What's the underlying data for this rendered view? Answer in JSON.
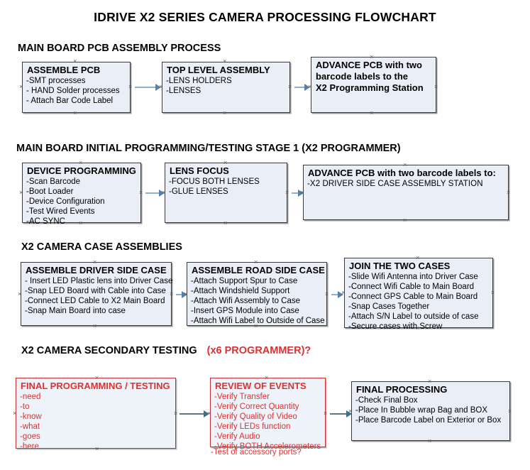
{
  "title": "IDRIVE X2  SERIES CAMERA PROCESSING FLOWCHART",
  "colors": {
    "box_fill": "#e9eef7",
    "box_border": "#3b3b3b",
    "accent_red": "#e03030",
    "connector_light": "#8fb0cb",
    "connector_dark": "#54788f"
  },
  "sections": [
    {
      "heading": "MAIN BOARD PCB ASSEMBLY PROCESS",
      "heading_accent": "",
      "boxes": [
        {
          "title": "ASSEMBLE PCB",
          "lines": [
            "-SMT processes",
            "- HAND Solder processes",
            "- Attach Bar Code Label"
          ]
        },
        {
          "title": "TOP LEVEL ASSEMBLY",
          "lines": [
            "-LENS HOLDERS",
            "-LENSES"
          ]
        },
        {
          "title": "ADVANCE PCB with two",
          "lines": [
            "barcode labels to the",
            " X2 Programming Station"
          ]
        }
      ]
    },
    {
      "heading": "MAIN BOARD INITIAL PROGRAMMING/TESTING STAGE 1 (X2 PROGRAMMER)",
      "heading_accent": "",
      "boxes": [
        {
          "title": "DEVICE PROGRAMMING",
          "lines": [
            "-Scan Barcode",
            "-Boot Loader",
            "-Device Configuration",
            "-Test Wired Events",
            "-AC SYNC"
          ]
        },
        {
          "title": "LENS FOCUS",
          "lines": [
            "-FOCUS BOTH LENSES",
            "-GLUE LENSES"
          ]
        },
        {
          "title": "ADVANCE PCB with two barcode labels to:",
          "lines": [
            "-X2 DRIVER  SIDE  CASE  ASSEMBLY STATION"
          ]
        }
      ]
    },
    {
      "heading": "X2 CAMERA CASE ASSEMBLIES",
      "heading_accent": "",
      "boxes": [
        {
          "title": "ASSEMBLE DRIVER SIDE CASE",
          "lines": [
            "- Insert LED Plastic lens into Driver Case",
            "-Snap LED Board with Cable into Case",
            "-Connect LED Cable to X2 Main Board",
            "-Snap Main Board into case"
          ]
        },
        {
          "title": "ASSEMBLE ROAD SIDE CASE",
          "lines": [
            "-Attach Support Spur to Case",
            "-Attach Windshield Support",
            "-Attach Wifi Assembly to Case",
            "-Insert GPS Module into Case",
            "-Attach Wifi Label to Outside of Case"
          ]
        },
        {
          "title": "JOIN THE TWO CASES",
          "lines": [
            "-Slide Wifi Antenna into Driver Case",
            "-Connect Wifi Cable to Main Board",
            "-Connect GPS Cable to Main Board",
            "-Snap Cases Together",
            "-Attach S/N Label to outside of case",
            "-Secure cases with Screw"
          ]
        }
      ]
    },
    {
      "heading": "X2 CAMERA SECONDARY TESTING",
      "heading_accent": "(x6 PROGRAMMER)?",
      "boxes": [
        {
          "title": "FINAL PROGRAMMING / TESTING",
          "lines": [
            "-need",
            "-to",
            "-know",
            "-what",
            "-goes",
            "-here"
          ]
        },
        {
          "title": "REVIEW OF EVENTS",
          "lines": [
            "-Verify Transfer",
            "-Verify Correct Quantity",
            "-Verify Quality of Video",
            "-Verify LEDs function",
            "-Verify Audio",
            "-Verify BOTH Accelerometers"
          ],
          "overflow_line": "-Test of accessory ports?"
        },
        {
          "title": "FINAL PROCESSING",
          "lines": [
            "-Check Final Box",
            "-Place In Bubble wrap Bag and BOX",
            "-Place Barcode Label on Exterior or Box"
          ]
        }
      ]
    }
  ]
}
